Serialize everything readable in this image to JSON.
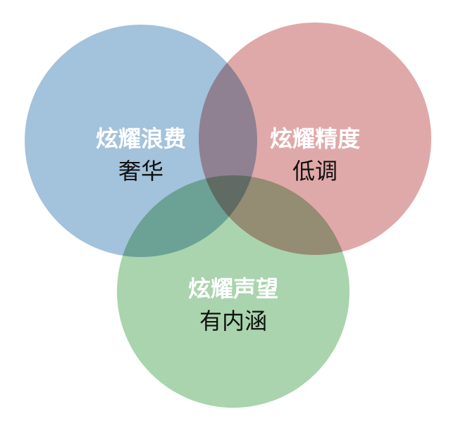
{
  "circles": [
    {
      "id": "luxury",
      "title": "炫耀浪费",
      "subtitle": "奢华",
      "color": "#a3c2dc"
    },
    {
      "id": "low_key",
      "title": "炫耀精度",
      "subtitle": "低调",
      "color": "#e0a9a9"
    },
    {
      "id": "depth",
      "title": "炫耀声望",
      "subtitle": "有内涵",
      "color": "#a9d4ad"
    }
  ]
}
